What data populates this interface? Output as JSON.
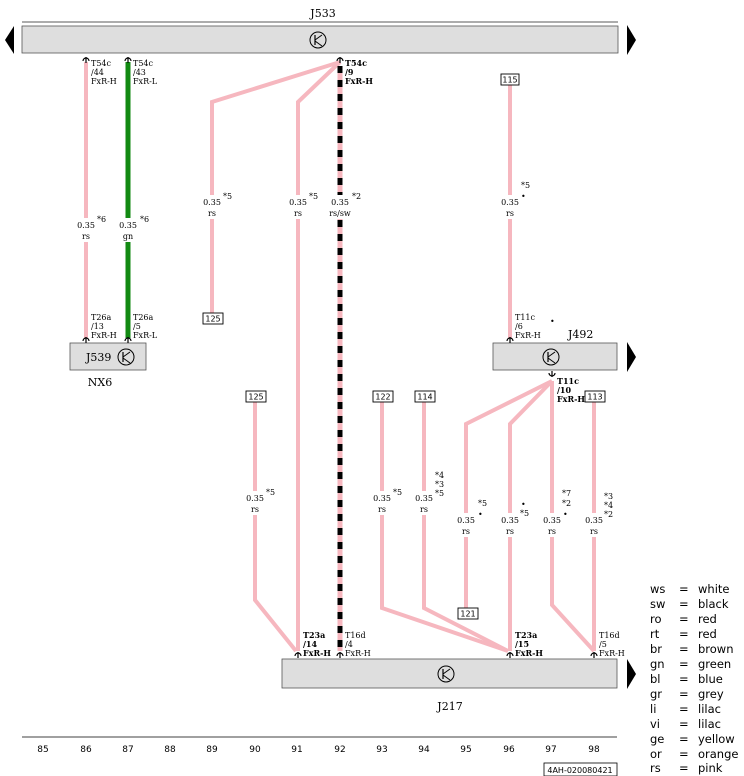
{
  "components": {
    "j533": "J533",
    "j539": "J539",
    "nx6": "NX6",
    "j492": "J492",
    "j217": "J217"
  },
  "wires": [
    {
      "pin_top": [
        "T54c",
        "/44",
        "FxR-H"
      ],
      "size": "0.35",
      "color": "rs",
      "note": "*6",
      "pin_bottom": [
        "T26a",
        "/13",
        "FxR-H"
      ]
    },
    {
      "pin_top": [
        "T54c",
        "/43",
        "FxR-L"
      ],
      "size": "0.35",
      "color": "gn",
      "note": "*6",
      "pin_bottom": [
        "T26a",
        "/5",
        "FxR-L"
      ]
    },
    {
      "pin_top": [
        "T54c",
        "/9",
        "FxR-H"
      ],
      "size": "0.35",
      "color": "rs/sw",
      "note": "*2",
      "pin_bottom": [
        "T16d",
        "/4",
        "FxR-H"
      ]
    },
    {
      "size": "0.35",
      "color": "rs",
      "note": "*5",
      "ref": "125"
    },
    {
      "size": "0.35",
      "color": "rs",
      "note": "*5",
      "pin_bottom": [
        "T23a",
        "/14",
        "FxR-H"
      ]
    },
    {
      "size": "0.35",
      "color": "rs",
      "note": "*5",
      "ref": "115",
      "pin_bottom": [
        "T11c",
        "/6",
        "FxR-H"
      ]
    },
    {
      "pin_top": [
        "T11c",
        "/10",
        "FxR-H"
      ],
      "size": "0.35",
      "color": "rs",
      "note": "*5",
      "pin_bottom": [
        "T23a",
        "/15",
        "FxR-H"
      ]
    },
    {
      "size": "0.35",
      "color": "rs",
      "note": "*5",
      "ref": "125"
    },
    {
      "size": "0.35",
      "color": "rs",
      "note": "*5",
      "ref": "122"
    },
    {
      "size": "0.35",
      "color": "rs",
      "notes": [
        "*4",
        "*3",
        "*5"
      ],
      "ref": "114"
    },
    {
      "size": "0.35",
      "color": "rs",
      "note": "*5",
      "ref": "121"
    },
    {
      "size": "0.35",
      "color": "rs",
      "notes": [
        "*7",
        "*2"
      ]
    },
    {
      "size": "0.35",
      "color": "rs",
      "notes": [
        "*3",
        "*4",
        "*2"
      ],
      "ref": "113",
      "pin_bottom": [
        "T16d",
        "/5",
        "FxR-H"
      ]
    }
  ],
  "columns": [
    "85",
    "86",
    "87",
    "88",
    "89",
    "90",
    "91",
    "92",
    "93",
    "94",
    "95",
    "96",
    "97",
    "98"
  ],
  "legend": [
    {
      "code": "ws",
      "eq": "=",
      "name": "white"
    },
    {
      "code": "sw",
      "eq": "=",
      "name": "black"
    },
    {
      "code": "ro",
      "eq": "=",
      "name": "red"
    },
    {
      "code": "rt",
      "eq": "=",
      "name": "red"
    },
    {
      "code": "br",
      "eq": "=",
      "name": "brown"
    },
    {
      "code": "gn",
      "eq": "=",
      "name": "green"
    },
    {
      "code": "bl",
      "eq": "=",
      "name": "blue"
    },
    {
      "code": "gr",
      "eq": "=",
      "name": "grey"
    },
    {
      "code": "li",
      "eq": "=",
      "name": "lilac"
    },
    {
      "code": "vi",
      "eq": "=",
      "name": "lilac"
    },
    {
      "code": "ge",
      "eq": "=",
      "name": "yellow"
    },
    {
      "code": "or",
      "eq": "=",
      "name": "orange"
    },
    {
      "code": "rs",
      "eq": "=",
      "name": "pink"
    }
  ],
  "footer_code": "4AH-020080421",
  "colors": {
    "pink": "#f6b7bf",
    "green": "#128a12",
    "black": "#000000",
    "box": "#dedede"
  }
}
